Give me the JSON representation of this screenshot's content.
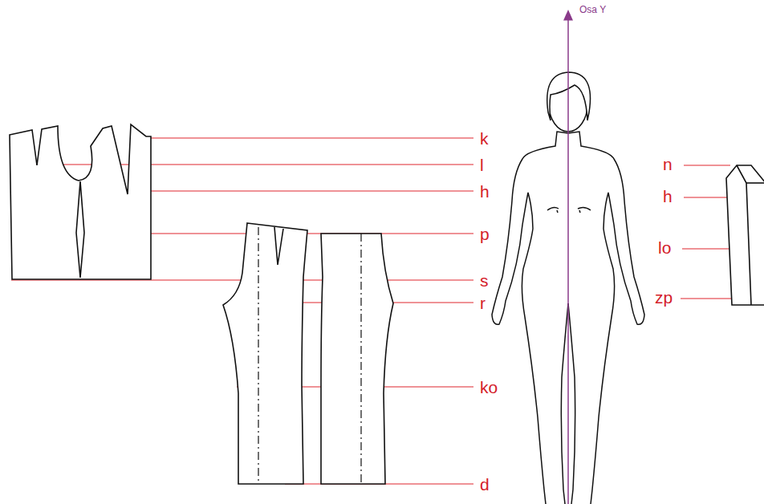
{
  "diagram": {
    "labels": [
      "Osa Y",
      "k",
      "l",
      "h",
      "p",
      "s",
      "r",
      "ko",
      "d",
      "n",
      "h",
      "lo",
      "zp"
    ]
  }
}
